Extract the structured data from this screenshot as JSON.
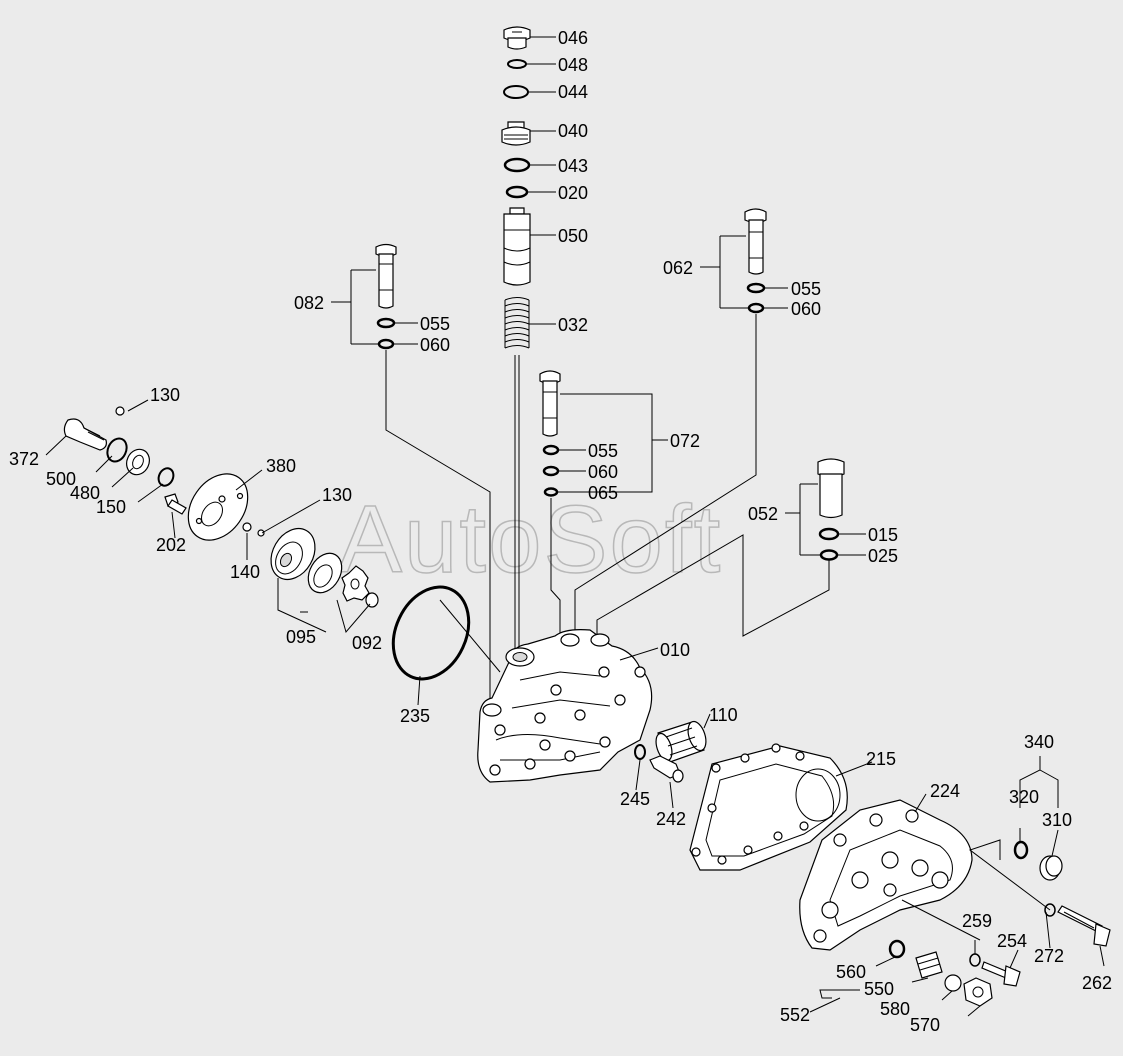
{
  "watermark": "AutoSoft",
  "labels": [
    "046",
    "048",
    "044",
    "040",
    "043",
    "020",
    "050",
    "032",
    "082",
    "055",
    "060",
    "062",
    "055",
    "060",
    "072",
    "055",
    "060",
    "065",
    "052",
    "015",
    "025",
    "130",
    "372",
    "500",
    "480",
    "150",
    "380",
    "202",
    "130",
    "140",
    "095",
    "092",
    "235",
    "010",
    "110",
    "245",
    "242",
    "215",
    "224",
    "340",
    "320",
    "310",
    "259",
    "254",
    "272",
    "262",
    "560",
    "550",
    "552",
    "580",
    "570"
  ]
}
